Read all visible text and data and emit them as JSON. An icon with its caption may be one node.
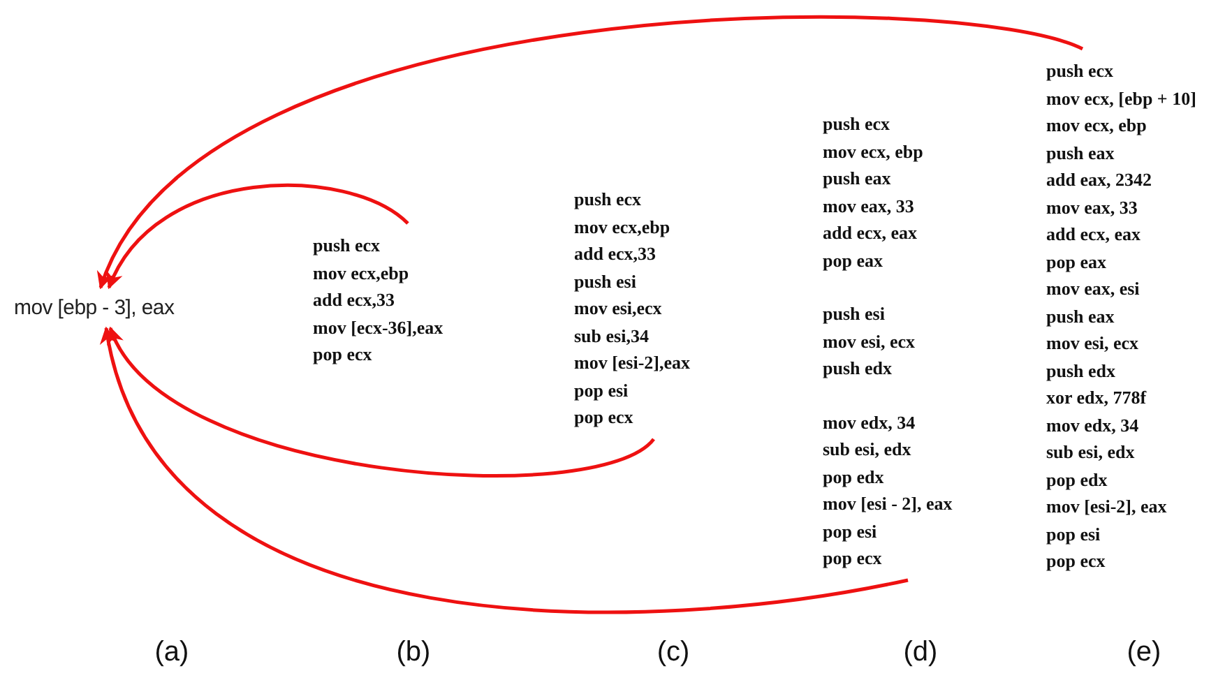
{
  "diagram": {
    "nodes": [
      {
        "text": [
          "mov [ebp - 3], eax"
        ]
      },
      {
        "text": [
          "push ecx",
          "mov ecx,ebp",
          "add ecx,33",
          "mov [ecx-36],eax",
          "pop ecx"
        ]
      },
      {
        "text": [
          "push ecx",
          "mov ecx,ebp",
          "add ecx,33",
          "push esi",
          "mov esi,ecx",
          "sub esi,34",
          "mov [esi-2],eax",
          "pop esi",
          "pop ecx"
        ]
      },
      {
        "text": [
          "push ecx",
          "mov ecx, ebp",
          "push eax",
          "mov eax, 33",
          "add ecx, eax",
          "pop eax",
          "push esi",
          "mov esi, ecx",
          "push edx",
          "mov edx, 34",
          "sub esi, edx",
          "pop edx",
          "mov [esi - 2], eax",
          "pop esi",
          "pop ecx"
        ]
      },
      {
        "text": [
          "push ecx",
          "mov ecx, [ebp + 10]",
          "mov ecx, ebp",
          "push eax",
          "add eax, 2342",
          "mov eax, 33",
          "add ecx, eax",
          "pop eax",
          "mov eax, esi",
          "push eax",
          "mov esi, ecx",
          "push edx",
          "xor edx, 778f",
          "mov edx, 34",
          "sub esi, edx",
          "pop edx",
          "mov [esi-2], eax",
          "pop esi",
          "pop ecx"
        ]
      }
    ],
    "edges": [
      {
        "from": 1,
        "to": 0,
        "arrow": "to",
        "color": "#ee1111"
      },
      {
        "from": 4,
        "to": 0,
        "arrow": "to",
        "color": "#ee1111"
      },
      {
        "from": 2,
        "to": 0,
        "arrow": "to",
        "color": "#ee1111"
      },
      {
        "from": 3,
        "to": 0,
        "arrow": "to",
        "color": "#ee1111"
      }
    ],
    "labels": [
      "(a)",
      "(b)",
      "(c)",
      "(d)",
      "(e)"
    ]
  }
}
